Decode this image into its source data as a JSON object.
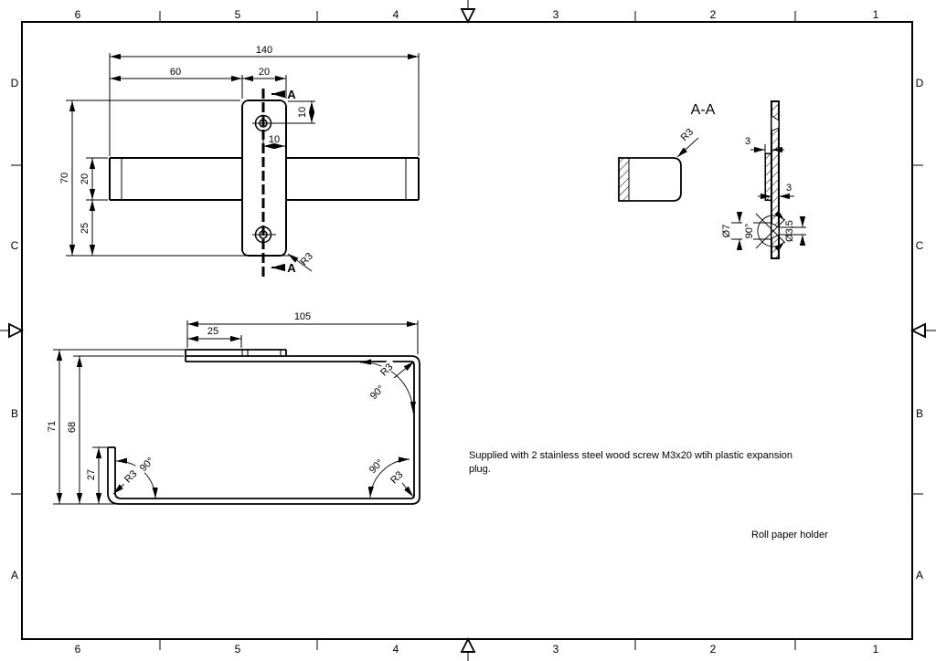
{
  "title": "Roll paper holder",
  "note": {
    "line1": "Supplied with 2 stainless steel wood screw M3x20 wtih plastic expansion",
    "line2": "plug."
  },
  "frame": {
    "cols": [
      "6",
      "5",
      "4",
      "3",
      "2",
      "1"
    ],
    "rows": [
      "D",
      "C",
      "B",
      "A"
    ]
  },
  "front": {
    "w140": "140",
    "w60": "60",
    "w20": "20",
    "h10": "10",
    "w10": "10",
    "h70": "70",
    "h20": "20",
    "h25": "25",
    "r3": "R3",
    "a": "A"
  },
  "section": {
    "label": "A-A",
    "r3": "R3",
    "t3a": "3",
    "t3b": "3",
    "d7": "Ø7",
    "a90": "90°",
    "d35": "Ø3,5"
  },
  "side": {
    "l105": "105",
    "l25": "25",
    "h71": "71",
    "h68": "68",
    "h27": "27",
    "a90": "90°",
    "r3": "R3"
  }
}
